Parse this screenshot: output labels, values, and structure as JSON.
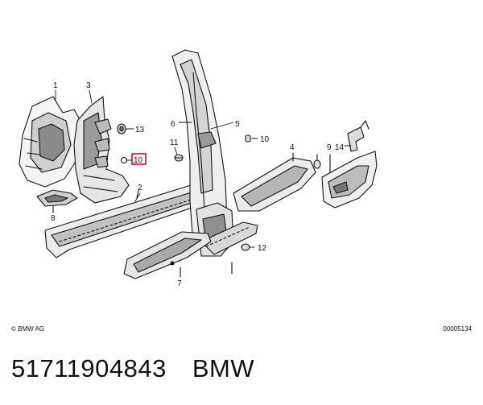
{
  "diagram": {
    "callouts": {
      "c1": "1",
      "c2": "2",
      "c3": "3",
      "c4": "4",
      "c5": "5",
      "c6": "6",
      "c7": "7",
      "c8": "8",
      "c9": "9",
      "c10a": "10",
      "c10b": "10",
      "c11": "11",
      "c12": "12",
      "c13": "13",
      "c14": "14"
    },
    "highlighted_callout": "10",
    "highlight_color": "#d0112b"
  },
  "footer": {
    "copyright": "© BMW AG",
    "figure_number": "00005134"
  },
  "caption": {
    "part_number": "51711904843",
    "brand": "BMW"
  }
}
